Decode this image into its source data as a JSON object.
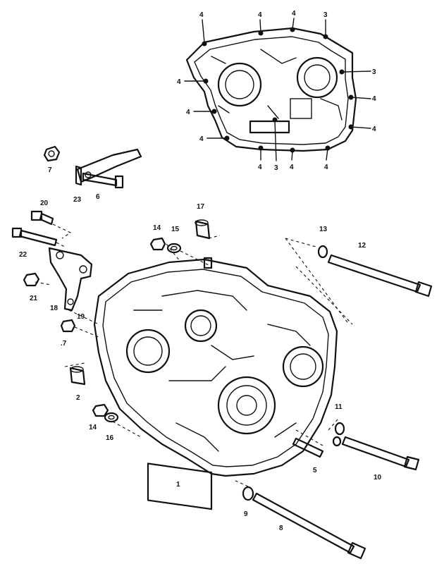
{
  "callouts": [
    {
      "id": "c4a",
      "text": "4"
    },
    {
      "id": "c4b",
      "text": "4"
    },
    {
      "id": "c4c",
      "text": "4"
    },
    {
      "id": "c3a",
      "text": "3"
    },
    {
      "id": "c4d",
      "text": "4"
    },
    {
      "id": "c3b",
      "text": "3"
    },
    {
      "id": "c4e",
      "text": "4"
    },
    {
      "id": "c4f",
      "text": "4"
    },
    {
      "id": "c4g",
      "text": "4"
    },
    {
      "id": "c4h",
      "text": "4"
    },
    {
      "id": "c4i",
      "text": "4"
    },
    {
      "id": "c3c",
      "text": "3"
    },
    {
      "id": "c4j",
      "text": "4"
    },
    {
      "id": "c4k",
      "text": "4"
    },
    {
      "id": "c7a",
      "text": "7"
    },
    {
      "id": "c23",
      "text": "23"
    },
    {
      "id": "c6",
      "text": "6"
    },
    {
      "id": "c20",
      "text": "20"
    },
    {
      "id": "c22",
      "text": "22"
    },
    {
      "id": "c21",
      "text": "21"
    },
    {
      "id": "c18",
      "text": "18"
    },
    {
      "id": "c19",
      "text": "19"
    },
    {
      "id": "c7b",
      "text": ".7"
    },
    {
      "id": "c2",
      "text": "2"
    },
    {
      "id": "c14a",
      "text": "14"
    },
    {
      "id": "c16",
      "text": "16"
    },
    {
      "id": "c14b",
      "text": "14"
    },
    {
      "id": "c15",
      "text": "15"
    },
    {
      "id": "c17",
      "text": "17"
    },
    {
      "id": "c13",
      "text": "13"
    },
    {
      "id": "c12",
      "text": "12"
    },
    {
      "id": "c11",
      "text": "11"
    },
    {
      "id": "c10",
      "text": "10"
    },
    {
      "id": "c5",
      "text": "5"
    },
    {
      "id": "c1",
      "text": "1"
    },
    {
      "id": "c9",
      "text": "9"
    },
    {
      "id": "c8",
      "text": "8"
    }
  ]
}
